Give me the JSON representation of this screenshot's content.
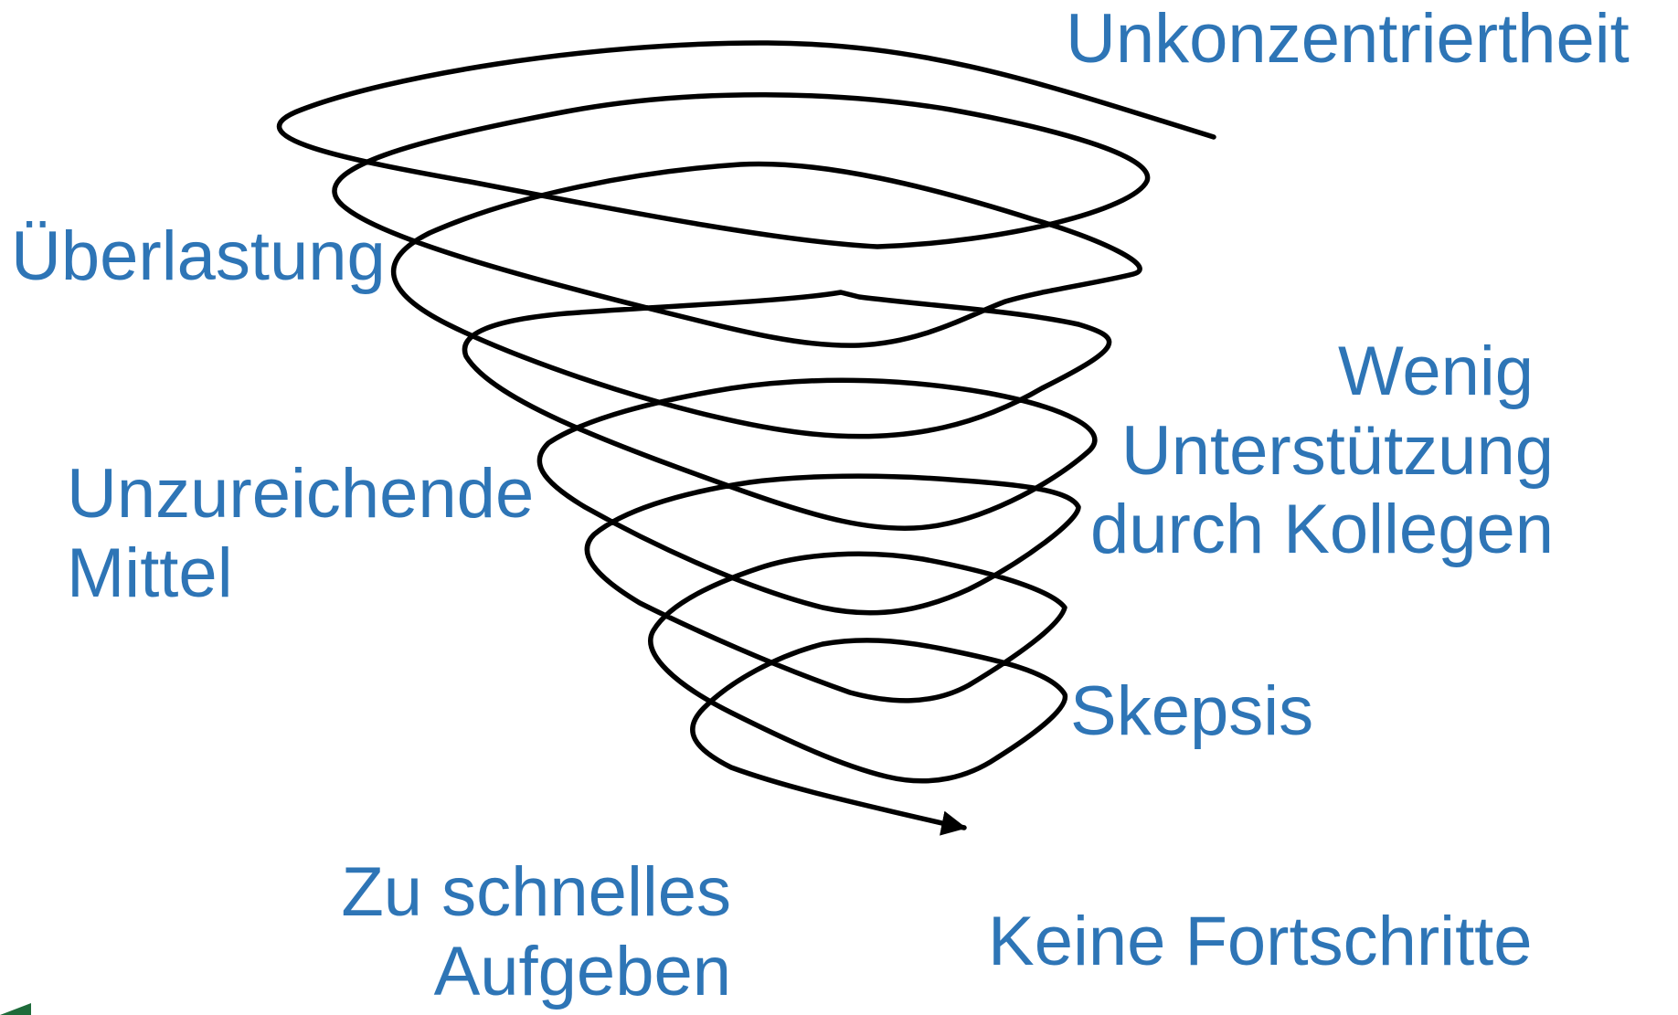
{
  "labels": {
    "unkonzentriertheit": "Unkonzentriertheit",
    "ueberlastung": "Überlastung",
    "wenig_unterstuetzung": [
      "Wenig",
      "Unterstützung",
      "durch Kollegen"
    ],
    "unzureichende_mittel": [
      "Unzureichende",
      "Mittel"
    ],
    "skepsis": "Skepsis",
    "zu_schnelles_aufgeben": [
      "Zu schnelles",
      "Aufgeben"
    ],
    "keine_fortschritte": "Keine Fortschritte"
  },
  "colors": {
    "label_text": "#2e75b6",
    "spiral_stroke": "#000000",
    "title_green": "#1e6b3a"
  }
}
